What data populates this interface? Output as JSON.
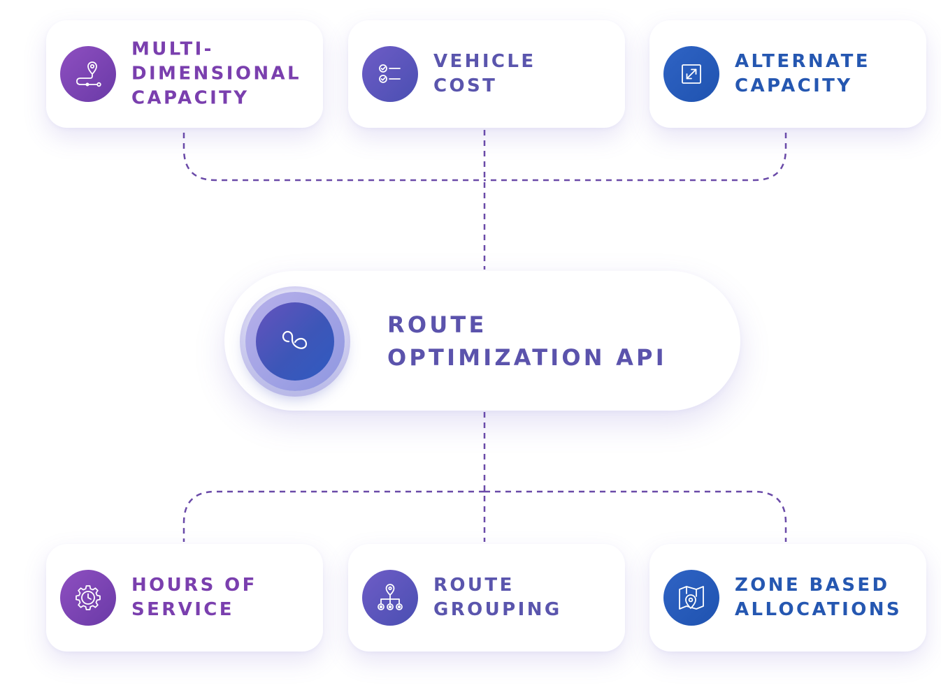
{
  "center": {
    "title": "ROUTE\nOPTIMIZATION API",
    "icon": "infinity-route-icon"
  },
  "top_cards": [
    {
      "label": "MULTI-\nDIMENSIONAL\nCAPACITY",
      "icon": "route-pin-icon",
      "color": "#7a3fae"
    },
    {
      "label": "VEHICLE\nCOST",
      "icon": "checklist-icon",
      "color": "#5a55ad"
    },
    {
      "label": "ALTERNATE\nCAPACITY",
      "icon": "resize-arrows-icon",
      "color": "#2557b1"
    }
  ],
  "bottom_cards": [
    {
      "label": "HOURS OF\nSERVICE",
      "icon": "gear-clock-icon",
      "color": "#7a3fae"
    },
    {
      "label": "ROUTE\nGROUPING",
      "icon": "pin-hierarchy-icon",
      "color": "#5a55ad"
    },
    {
      "label": "ZONE BASED\nALLOCATIONS",
      "icon": "map-pin-icon",
      "color": "#2557b1"
    }
  ],
  "colors": {
    "connector": "#6a4aa8",
    "purple": "#7a3fae",
    "indigo": "#5a55ad",
    "blue": "#2557b1"
  }
}
